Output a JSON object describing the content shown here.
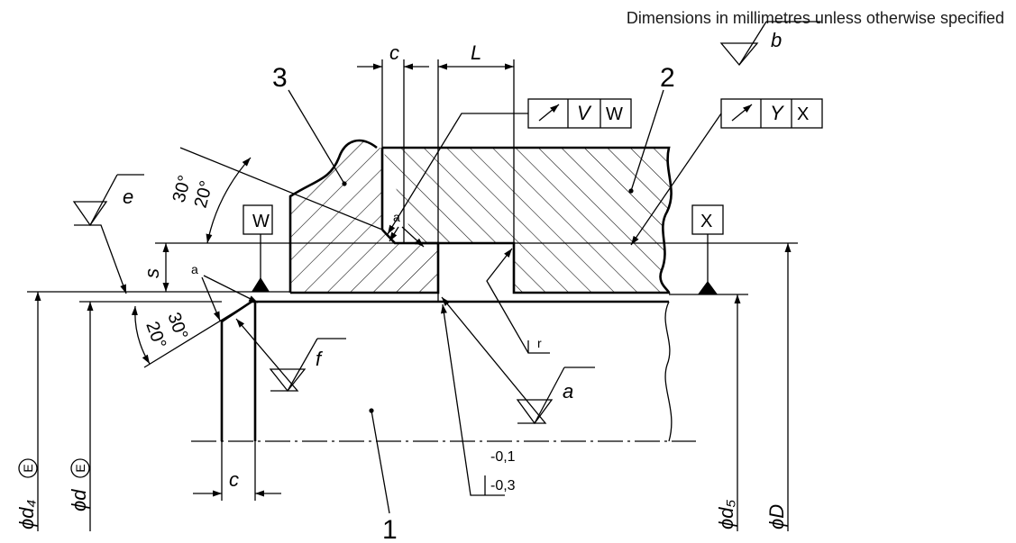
{
  "header_note": "Dimensions in millimetres unless otherwise specified",
  "part_labels": {
    "shaft": "1",
    "housing": "2",
    "ring": "3"
  },
  "dimension_labels": {
    "c_top": "c",
    "L": "L",
    "s": "s",
    "c_bottom": "c",
    "d4": "ϕd₄",
    "d": "ϕd",
    "d5": "ϕd₅",
    "D": "ϕD",
    "envelope": "E",
    "radius": "r",
    "tol_upper": "-0,1",
    "tol_lower": "-0,3"
  },
  "angles": {
    "top_outer": "30°",
    "top_inner": "20°",
    "bottom_outer": "30°",
    "bottom_inner": "20°"
  },
  "surface_symbols": {
    "top": "b",
    "left": "e",
    "chamfer": "f",
    "shaft": "a"
  },
  "leader_notes": {
    "upper": "a",
    "lower": "a"
  },
  "datums": {
    "left": "W",
    "right": "X"
  },
  "tolerance_frames": [
    {
      "symbol": "runout-arrow-icon",
      "ref1": "V",
      "ref2": "W"
    },
    {
      "symbol": "runout-arrow-icon",
      "ref1": "Y",
      "ref2": "X"
    }
  ]
}
